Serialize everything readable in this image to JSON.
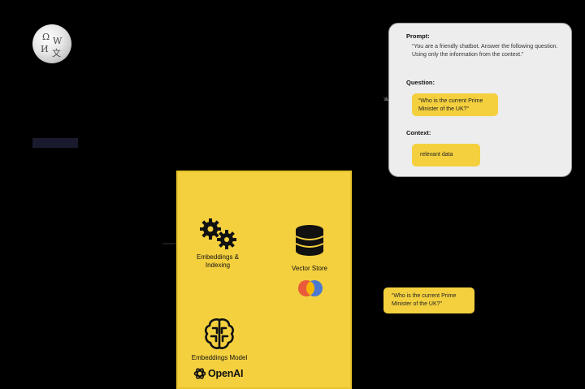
{
  "pipeline": {
    "embeddings_indexing_label": "Embeddings & Indexing",
    "vector_store_label": "Vector Store",
    "embeddings_model_label": "Embeddings Model",
    "openai_label": "OpenAI"
  },
  "prompt_card": {
    "prompt_heading": "Prompt:",
    "prompt_text": "“You are a friendly chatbot. Answer the following question. Using only the information from the context.”",
    "question_heading": "Question:",
    "question_text": "“Who is the current Prime Minister of the UK?”",
    "context_heading": "Context:",
    "context_text": "relevant data"
  },
  "user_question": {
    "text": "“Who is the current Prime Minister of the UK?”"
  },
  "colors": {
    "background": "#000000",
    "panel_yellow": "#f4d03f",
    "card_gray": "#ededed"
  },
  "icons": [
    "wikipedia-logo-icon",
    "gears-icon",
    "database-icon",
    "brain-icon",
    "openai-logo-icon",
    "vector-store-logo-icon"
  ]
}
